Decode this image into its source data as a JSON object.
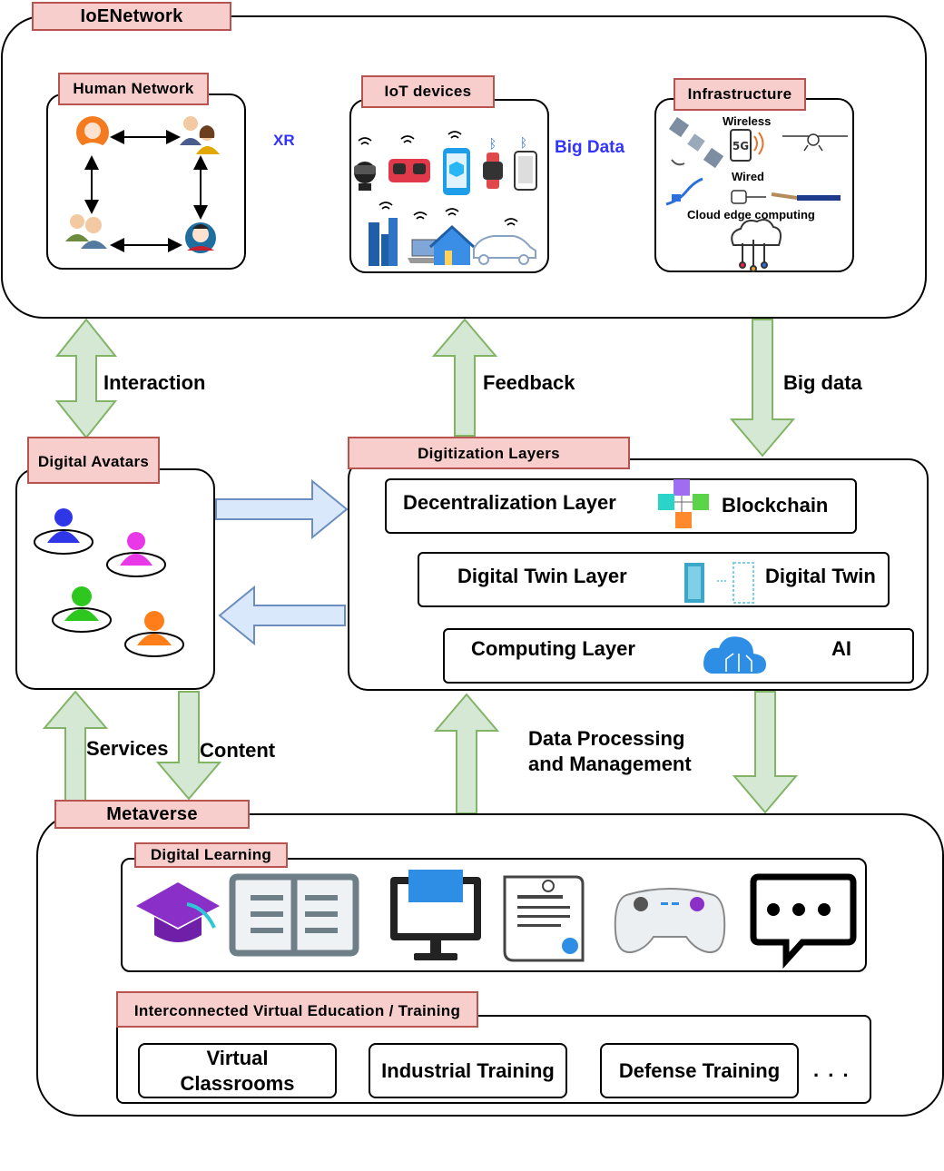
{
  "ioe": {
    "title": "IoENetwork",
    "human_network": "Human Network",
    "iot_devices": "IoT devices",
    "infrastructure": "Infrastructure",
    "xr": "XR",
    "big_data": "Big Data",
    "wireless": "Wireless",
    "wired": "Wired",
    "cloud_edge": "Cloud edge computing"
  },
  "flows": {
    "interaction": "Interaction",
    "feedback": "Feedback",
    "big_data": "Big data",
    "services": "Services",
    "content": "Content",
    "data_processing_1": "Data Processing",
    "data_processing_2": "and Management"
  },
  "avatars": {
    "title": "Digital Avatars"
  },
  "digitization": {
    "title": "Digitization Layers",
    "decentralization": "Decentralization Layer",
    "blockchain": "Blockchain",
    "twin_layer": "Digital Twin Layer",
    "twin": "Digital Twin",
    "computing": "Computing Layer",
    "ai": "AI"
  },
  "metaverse": {
    "title": "Metaverse",
    "learning": "Digital Learning",
    "interconnected": "Interconnected Virtual Education / Training",
    "programs": [
      {
        "line1": "Virtual",
        "line2": "Classrooms"
      },
      {
        "line1": "Industrial Training",
        "line2": ""
      },
      {
        "line1": "Defense Training",
        "line2": ""
      }
    ],
    "ellipsis": ". . ."
  },
  "colors": {
    "arrow_green_fill": "#d5e8d4",
    "arrow_green_stroke": "#82b366",
    "arrow_blue_fill": "#dae8fc",
    "arrow_blue_stroke": "#6c8ebf",
    "tag_fill": "#f8cecc",
    "tag_stroke": "#b85450",
    "accent_text": "#3333ff",
    "loop_arrow": "#f0d080"
  }
}
